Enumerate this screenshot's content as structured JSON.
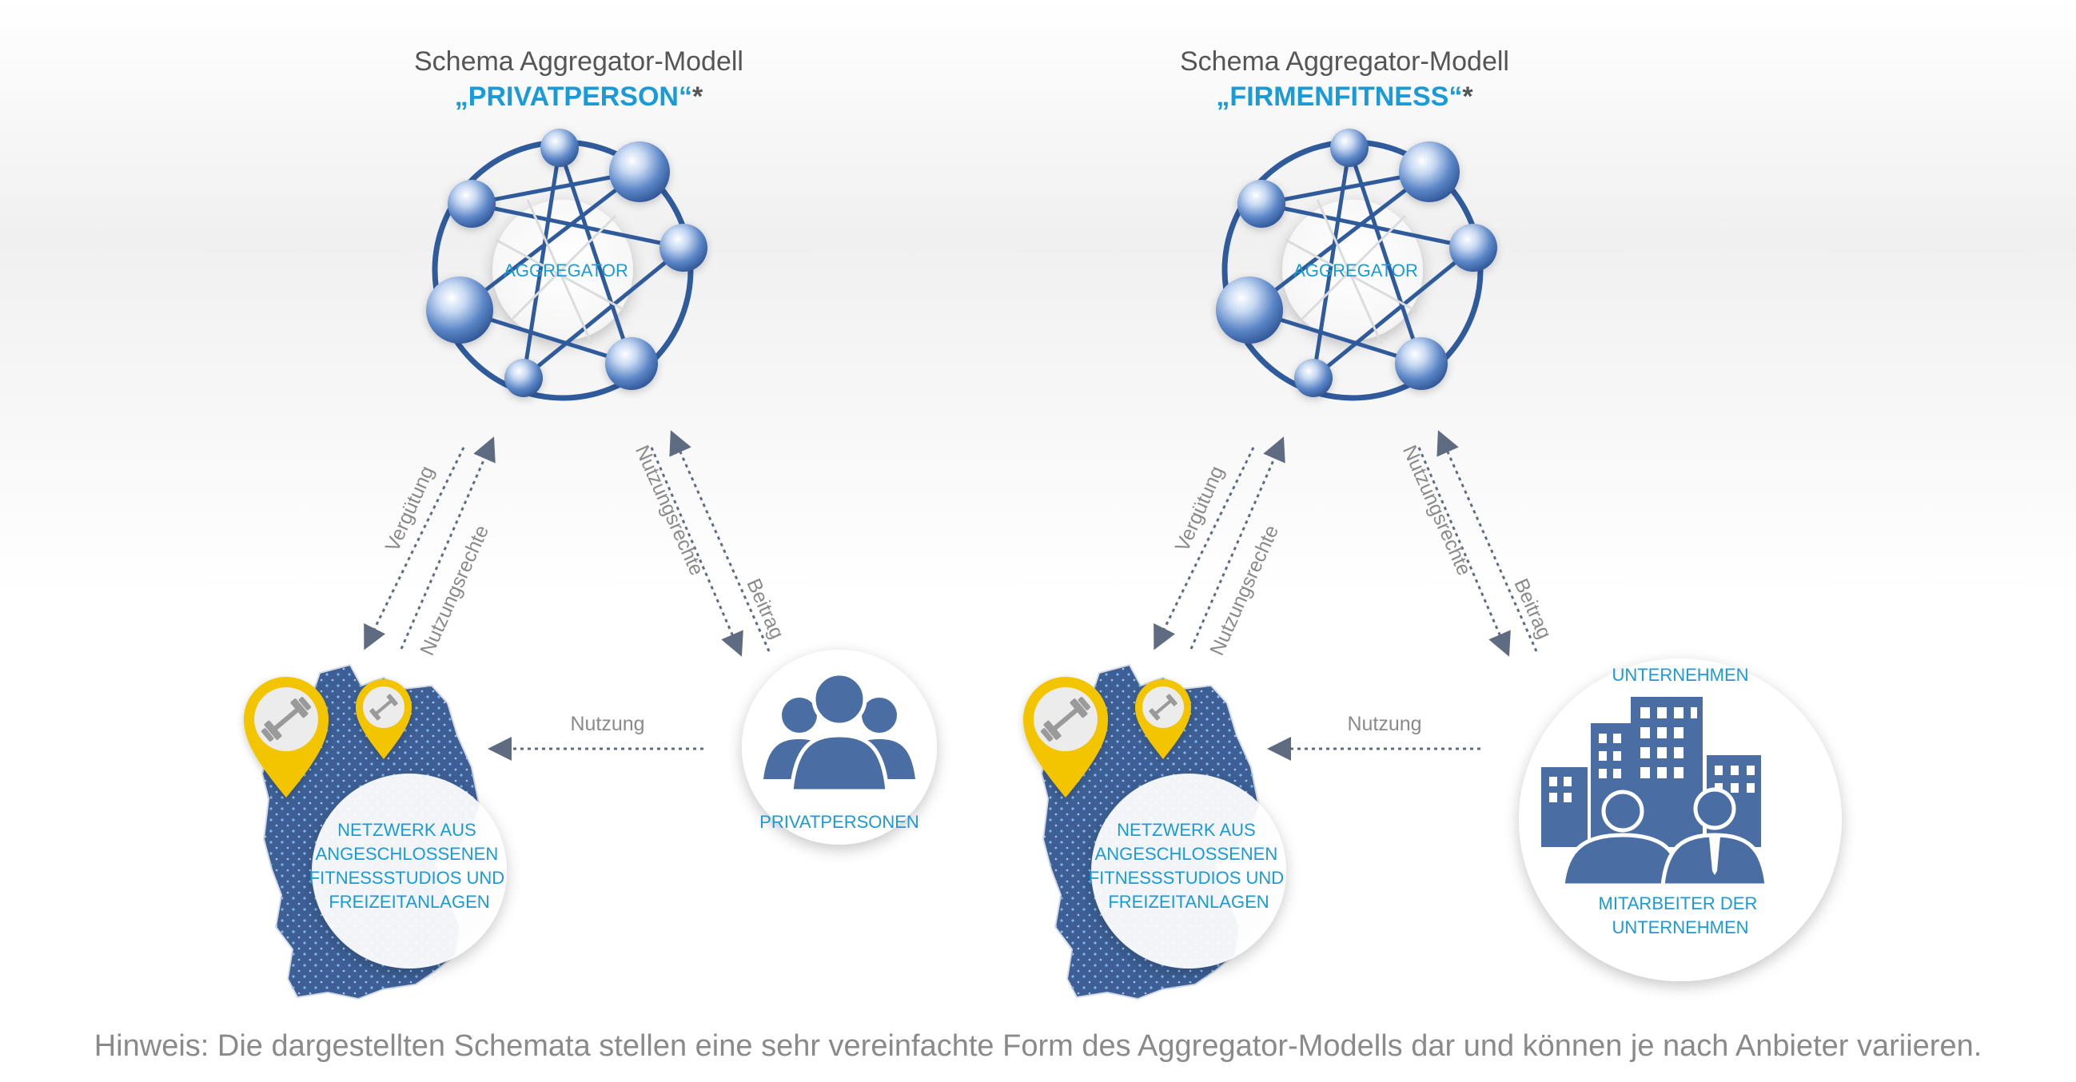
{
  "left": {
    "title": "Schema Aggregator-Modell",
    "subtitle": "„PRIVATPERSON“",
    "asterisk": "*",
    "aggregator": "AGGREGATOR",
    "arrow_verguetung": "Vergütung",
    "arrow_nutzungsrechte_a": "Nutzungsrechte",
    "arrow_nutzungsrechte_b": "Nutzungsrechte",
    "arrow_beitrag": "Beitrag",
    "arrow_nutzung": "Nutzung",
    "network_lines": [
      "NETZWERK AUS",
      "ANGESCHLOSSENEN",
      "FITNESSSTUDIOS UND",
      "FREIZEITANLAGEN"
    ],
    "customer": "PRIVATPERSONEN"
  },
  "right": {
    "title": "Schema Aggregator-Modell",
    "subtitle": "„FIRMENFITNESS“",
    "asterisk": "*",
    "aggregator": "AGGREGATOR",
    "arrow_verguetung": "Vergütung",
    "arrow_nutzungsrechte_a": "Nutzungsrechte",
    "arrow_nutzungsrechte_b": "Nutzungsrechte",
    "arrow_beitrag": "Beitrag",
    "arrow_nutzung": "Nutzung",
    "network_lines": [
      "NETZWERK AUS",
      "ANGESCHLOSSENEN",
      "FITNESSSTUDIOS UND",
      "FREIZEITANLAGEN"
    ],
    "company_top": "UNTERNEHMEN",
    "company_bottom": [
      "MITARBEITER DER",
      "UNTERNEHMEN"
    ]
  },
  "colors": {
    "accent": "#1a9ad6",
    "text_gray": "#8a8a8a",
    "node_blue": "#3f6fb0",
    "map_blue": "#3d5f95",
    "pin_yellow": "#f2c500",
    "arrow_gray": "#5f6b80"
  },
  "icons": [
    "aggregator-network-icon",
    "germany-map-icon",
    "fitness-pin-icon",
    "people-group-icon",
    "office-buildings-icon",
    "employees-icon"
  ],
  "note": "Hinweis: Die dargestellten Schemata stellen eine sehr vereinfachte Form des Aggregator-Modells dar und können je nach Anbieter variieren."
}
